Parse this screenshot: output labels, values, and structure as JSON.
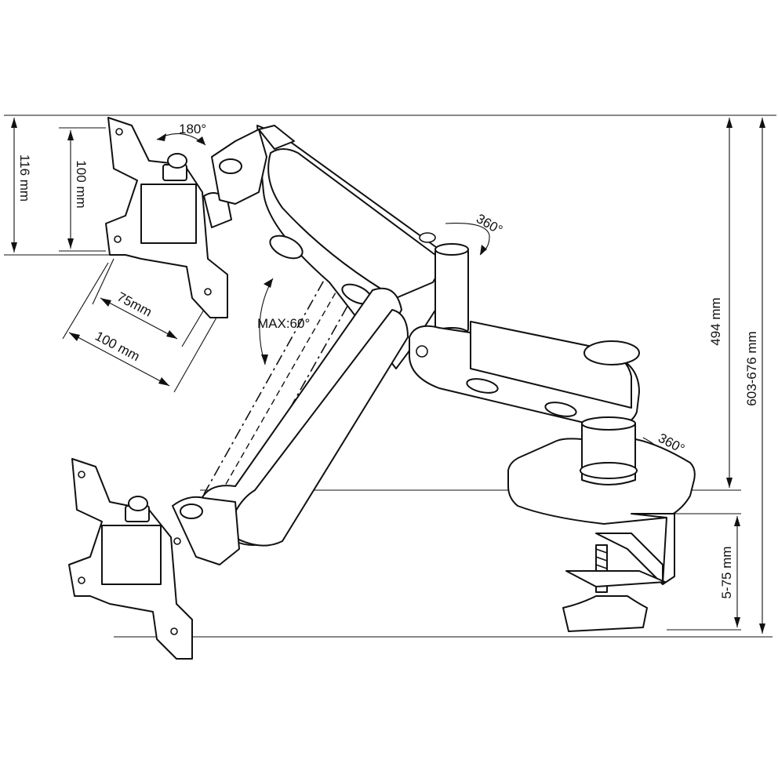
{
  "labels": {
    "height_116": "116 mm",
    "height_100": "100 mm",
    "rot_180": "180°",
    "rot_360_top": "360°",
    "rot_360_base": "360°",
    "width_75": "75mm",
    "width_100": "100 mm",
    "max_tilt": "MAX:60°",
    "height_494": "494 mm",
    "height_range": "603-676 mm",
    "clamp_range": "5-75 mm"
  }
}
